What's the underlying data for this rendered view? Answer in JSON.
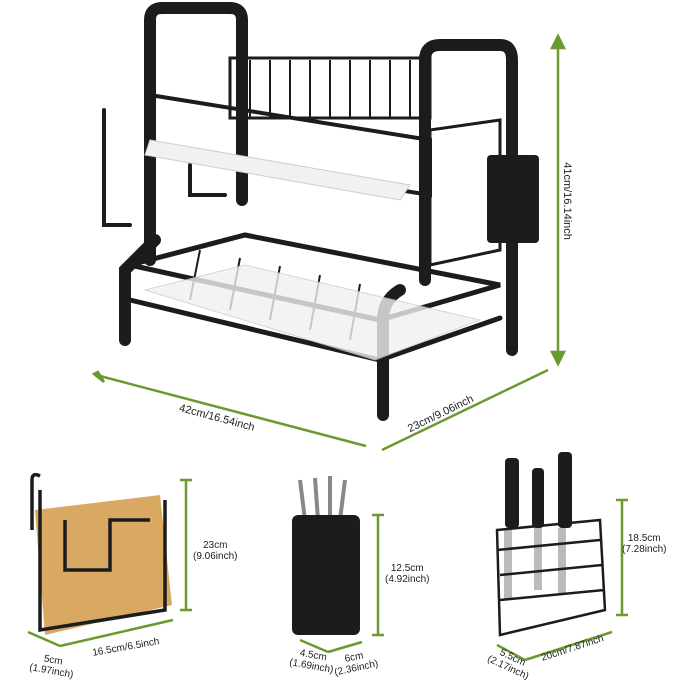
{
  "colors": {
    "dimension_line": "#6a9a2e",
    "metal": "#1c1c1c",
    "tray": "#f1f1f1",
    "wood": "#d9a963"
  },
  "main_rack": {
    "height": "41cm/16.14inch",
    "width": "42cm/16.54inch",
    "depth": "23cm/9.06inch"
  },
  "cutting_board_holder": {
    "height_cm": "23cm",
    "height_in": "(9.06inch)",
    "depth_cm": "5cm",
    "depth_in": "(1.97inch)",
    "width": "16.5cm/6.5inch"
  },
  "utensil_cup": {
    "height_cm": "12.5cm",
    "height_in": "(4.92inch)",
    "depth_cm": "4.5cm",
    "depth_in": "(1.69inch)",
    "width_cm": "6cm",
    "width_in": "(2.36inch)"
  },
  "knife_holder": {
    "height_cm": "18.5cm",
    "height_in": "(7.28inch)",
    "depth_cm": "5.5cm",
    "depth_in": "(2.17inch)",
    "width": "20cm/7.87inch"
  }
}
